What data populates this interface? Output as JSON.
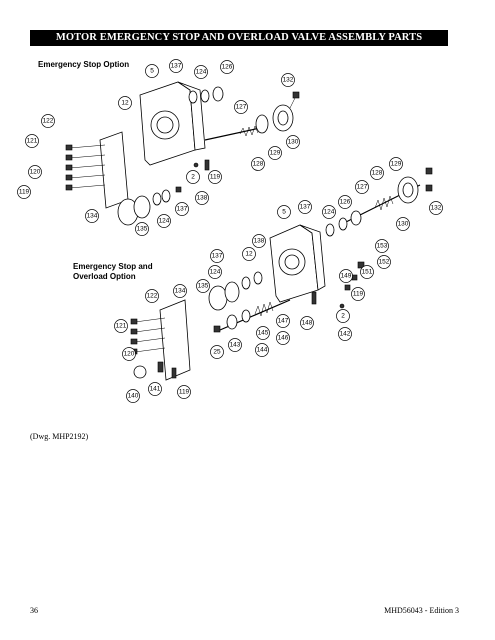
{
  "header": {
    "title": "MOTOR EMERGENCY STOP AND OVERLOAD VALVE ASSEMBLY PARTS DRAWING"
  },
  "labels": {
    "emergency_stop_option": "Emergency Stop Option",
    "overload_option_line1": "Emergency Stop and",
    "overload_option_line2": "Overload Option"
  },
  "drawing_ref": "(Dwg. MHP2192)",
  "footer": {
    "page_number": "36",
    "doc_id": "MHD56043 - Edition 3"
  },
  "callouts": [
    "137",
    "124",
    "126",
    "5",
    "132",
    "12",
    "127",
    "122",
    "121",
    "129",
    "130",
    "128",
    "120",
    "2",
    "119",
    "119",
    "138",
    "137",
    "134",
    "124",
    "135",
    "129",
    "128",
    "127",
    "126",
    "124",
    "137",
    "5",
    "132",
    "130",
    "138",
    "12",
    "137",
    "124",
    "135",
    "134",
    "122",
    "153",
    "152",
    "151",
    "149",
    "119",
    "2",
    "147",
    "148",
    "142",
    "145",
    "146",
    "143",
    "144",
    "25",
    "121",
    "120",
    "141",
    "119",
    "140"
  ]
}
